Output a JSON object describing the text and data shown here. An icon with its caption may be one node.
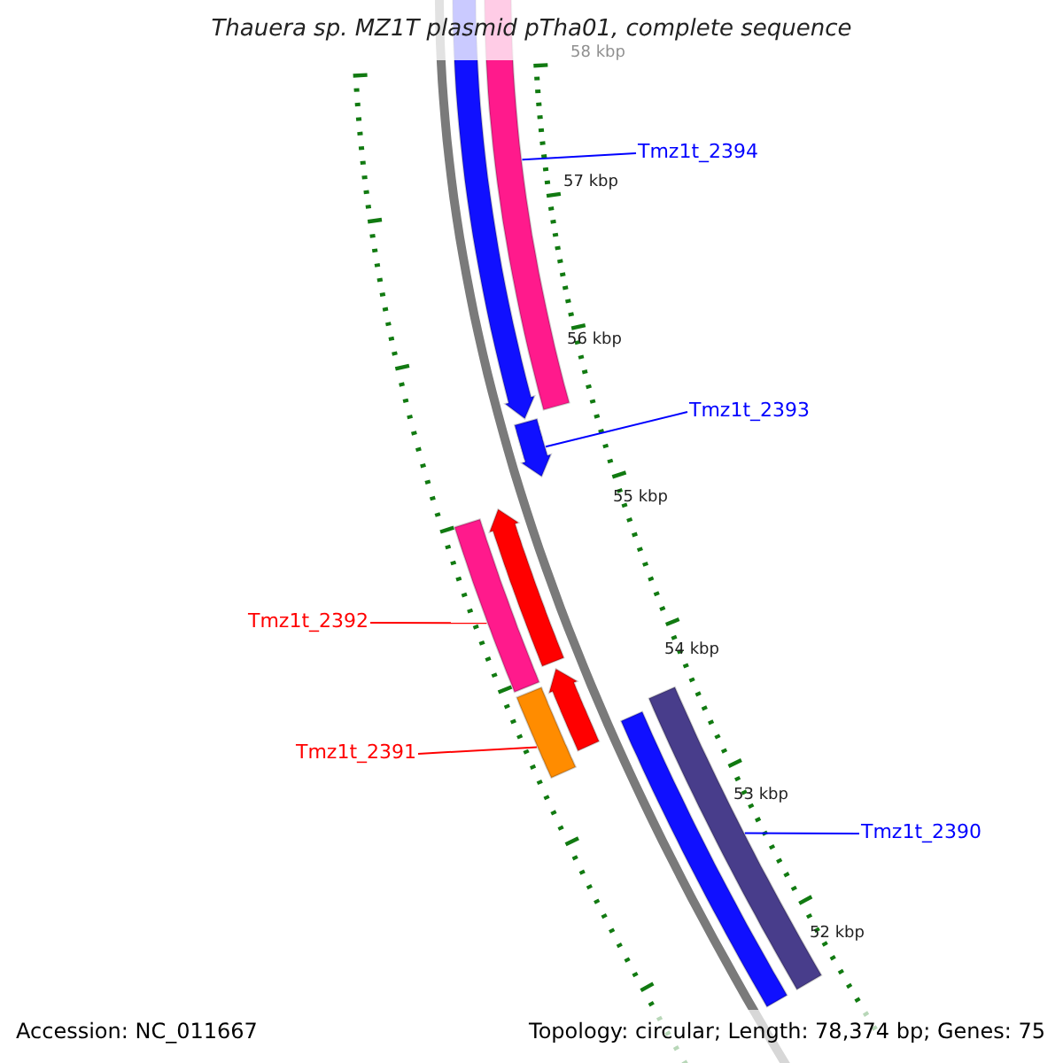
{
  "diagram": {
    "title": "Thauera sp. MZ1T plasmid pTha01, complete sequence",
    "nodes": [
      {
        "text": [
          "Tmz1t_2394"
        ]
      },
      {
        "text": [],
        "shape": "bar"
      },
      {
        "text": [
          "Tmz1t_2393"
        ]
      },
      {
        "text": [],
        "shape": "bar"
      },
      {
        "text": [
          "Tmz1t_2392"
        ]
      },
      {
        "text": [],
        "shape": "bar"
      },
      {
        "text": [
          "Tmz1t_2391"
        ]
      },
      {
        "text": [],
        "shape": "bar"
      },
      {
        "text": [
          "Tmz1t_2390"
        ]
      },
      {
        "text": [],
        "shape": "bar"
      },
      {
        "text": [],
        "shape": "bar"
      },
      {
        "text": [],
        "shape": "bar"
      },
      {
        "text": [],
        "shape": "bar"
      },
      {
        "text": [],
        "shape": "bar"
      }
    ],
    "edges": [
      {
        "from": 0,
        "to": 1,
        "arrow": "none",
        "color": "#0000ff"
      },
      {
        "from": 2,
        "to": 3,
        "arrow": "none",
        "color": "#0000ff"
      },
      {
        "from": 4,
        "to": 5,
        "arrow": "none",
        "color": "#ff0000"
      },
      {
        "from": 6,
        "to": 7,
        "arrow": "none",
        "color": "#ff0000"
      },
      {
        "from": 8,
        "to": 9,
        "arrow": "none",
        "color": "#0000ff"
      }
    ],
    "labels": [
      "58 kbp",
      "57 kbp",
      "56 kbp",
      "55 kbp",
      "54 kbp",
      "53 kbp",
      "52 kbp",
      "Accession: NC_011667",
      "Topology: circular; Length: 78,374 bp; Genes: 75"
    ]
  }
}
